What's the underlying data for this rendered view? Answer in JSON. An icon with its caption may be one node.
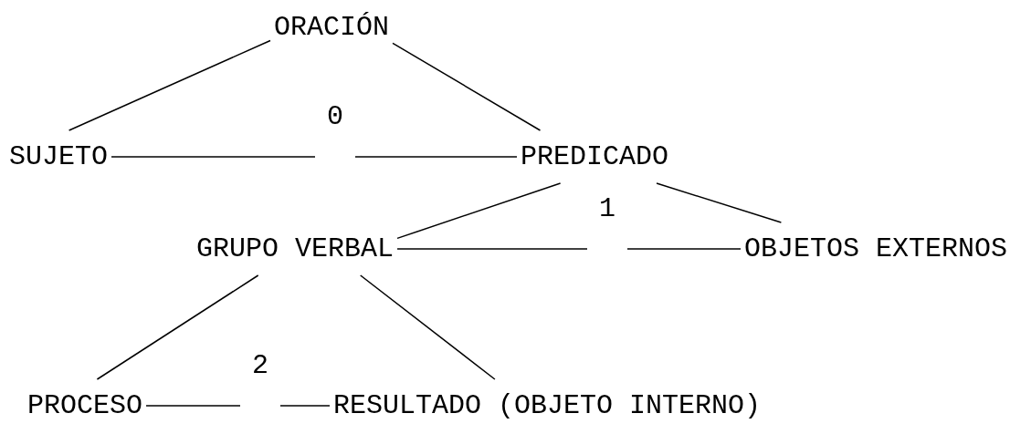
{
  "diagram": {
    "nodes": [
      {
        "text": [
          "ORACIÓN"
        ]
      },
      {
        "text": [
          "SUJETO"
        ]
      },
      {
        "text": [
          "PREDICADO"
        ]
      },
      {
        "text": [
          "GRUPO VERBAL"
        ]
      },
      {
        "text": [
          "OBJETOS EXTERNOS"
        ]
      },
      {
        "text": [
          "PROCESO"
        ]
      },
      {
        "text": [
          "RESULTADO (OBJETO INTERNO)"
        ]
      }
    ],
    "edges": [
      {
        "from": 0,
        "to": 1,
        "arrow": "none"
      },
      {
        "from": 0,
        "to": 2,
        "arrow": "none"
      },
      {
        "from": 1,
        "to": 2,
        "arrow": "none",
        "label": "0"
      },
      {
        "from": 2,
        "to": 3,
        "arrow": "none"
      },
      {
        "from": 2,
        "to": 4,
        "arrow": "none"
      },
      {
        "from": 3,
        "to": 4,
        "arrow": "none",
        "label": "1"
      },
      {
        "from": 3,
        "to": 5,
        "arrow": "none"
      },
      {
        "from": 3,
        "to": 6,
        "arrow": "none"
      },
      {
        "from": 5,
        "to": 6,
        "arrow": "none",
        "label": "2"
      }
    ]
  }
}
